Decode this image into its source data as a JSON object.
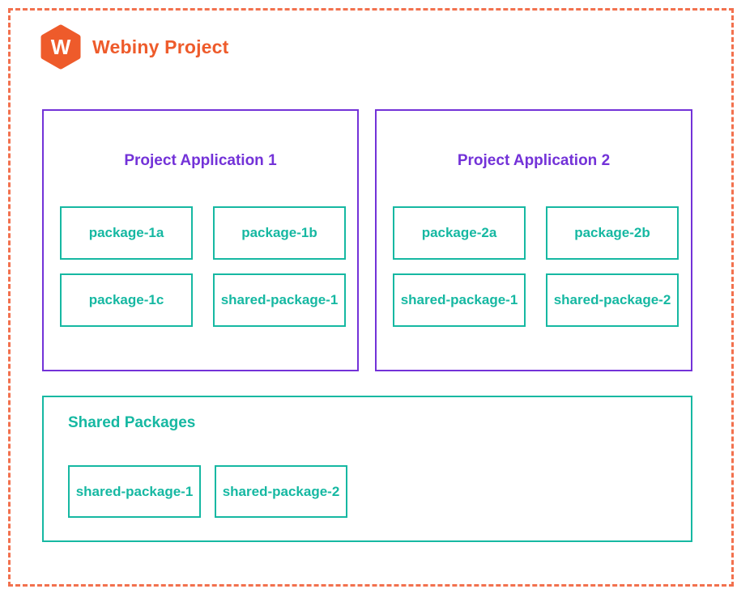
{
  "colors": {
    "orange": "#ee5b2b",
    "dash_orange": "#f2714e",
    "purple": "#7332d8",
    "teal": "#16b8a2"
  },
  "header": {
    "title": "Webiny Project",
    "logo_letter": "W"
  },
  "applications": [
    {
      "title": "Project Application 1",
      "packages": [
        "package-1a",
        "package-1b",
        "package-1c",
        "shared-package-1"
      ]
    },
    {
      "title": "Project Application 2",
      "packages": [
        "package-2a",
        "package-2b",
        "shared-package-1",
        "shared-package-2"
      ]
    }
  ],
  "shared": {
    "title": "Shared Packages",
    "packages": [
      "shared-package-1",
      "shared-package-2"
    ]
  }
}
